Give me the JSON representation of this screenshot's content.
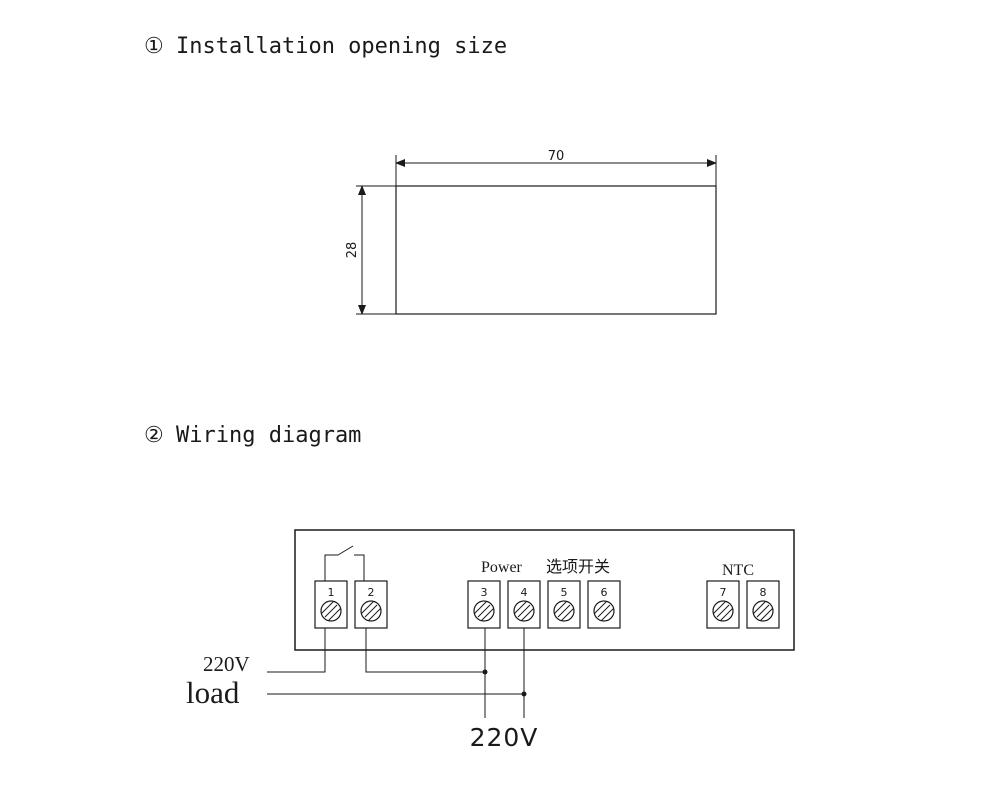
{
  "section1": {
    "number": "①",
    "title": "Installation opening size",
    "width_label": "70",
    "height_label": "28"
  },
  "section2": {
    "number": "②",
    "title": "Wiring diagram",
    "power_label": "Power",
    "option_label": "选项开关",
    "ntc_label": "NTC",
    "terminals": [
      "1",
      "2",
      "3",
      "4",
      "5",
      "6",
      "7",
      "8"
    ],
    "left_voltage": "220V",
    "load_label": "load",
    "bottom_voltage": "220V"
  }
}
